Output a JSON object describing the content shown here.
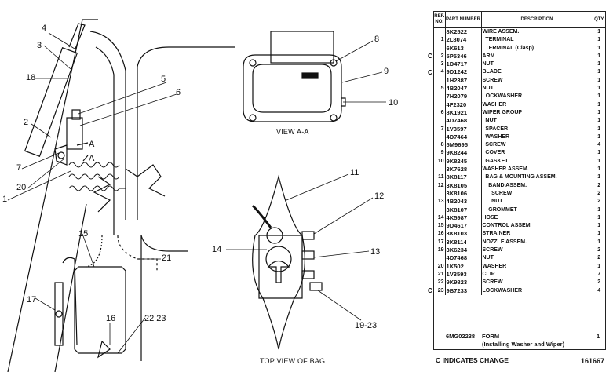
{
  "illustration": {
    "callouts": [
      "4",
      "3",
      "18",
      "5",
      "6",
      "2",
      "7",
      "20",
      "1",
      "15",
      "17",
      "16",
      "22 23",
      "21",
      "8",
      "9",
      "10",
      "11",
      "12",
      "14",
      "13",
      "19-23"
    ],
    "captions": {
      "view_a": "VIEW A-A",
      "top_view": "TOP VIEW OF BAG"
    },
    "section_marker": "A"
  },
  "parts_table": {
    "headers": {
      "ref": "REF. NO.",
      "part": "PART NUMBER",
      "description": "DESCRIPTION",
      "qty": "QTY"
    },
    "rows": [
      {
        "c": "",
        "ref": "",
        "part": "8K2522",
        "desc": "WIRE ASSEM.",
        "qty": "1"
      },
      {
        "c": "",
        "ref": "1",
        "part": "2L8074",
        "desc": "  TERMINAL",
        "qty": "1"
      },
      {
        "c": "",
        "ref": "",
        "part": "6K613",
        "desc": "  TERMINAL (Clasp)",
        "qty": "1"
      },
      {
        "c": "C",
        "ref": "2",
        "part": "5P5346",
        "desc": "ARM",
        "qty": "1"
      },
      {
        "c": "",
        "ref": "3",
        "part": "1D4717",
        "desc": "NUT",
        "qty": "1"
      },
      {
        "c": "C",
        "ref": "4",
        "part": "9D1242",
        "desc": "BLADE",
        "qty": "1"
      },
      {
        "c": "",
        "ref": "",
        "part": "1H2387",
        "desc": "SCREW",
        "qty": "1"
      },
      {
        "c": "",
        "ref": "5",
        "part": "4B2047",
        "desc": "NUT",
        "qty": "1"
      },
      {
        "c": "",
        "ref": "",
        "part": "7H2079",
        "desc": "LOCKWASHER",
        "qty": "1"
      },
      {
        "c": "",
        "ref": "",
        "part": "4F2320",
        "desc": "WASHER",
        "qty": "1"
      },
      {
        "c": "",
        "ref": "6",
        "part": "8K1921",
        "desc": "WIPER GROUP",
        "qty": "1"
      },
      {
        "c": "",
        "ref": "",
        "part": "4D7468",
        "desc": "  NUT",
        "qty": "1"
      },
      {
        "c": "",
        "ref": "7",
        "part": "1V3597",
        "desc": "  SPACER",
        "qty": "1"
      },
      {
        "c": "",
        "ref": "",
        "part": "4D7464",
        "desc": "  WASHER",
        "qty": "1"
      },
      {
        "c": "",
        "ref": "8",
        "part": "5M9695",
        "desc": "  SCREW",
        "qty": "4"
      },
      {
        "c": "",
        "ref": "9",
        "part": "9K8244",
        "desc": "  COVER",
        "qty": "1"
      },
      {
        "c": "",
        "ref": "10",
        "part": "9K8245",
        "desc": "  GASKET",
        "qty": "1"
      },
      {
        "c": "",
        "ref": "",
        "part": "3K7628",
        "desc": "WASHER ASSEM.",
        "qty": "1"
      },
      {
        "c": "",
        "ref": "11",
        "part": "8K8117",
        "desc": "  BAG & MOUNTING ASSEM.",
        "qty": "1"
      },
      {
        "c": "",
        "ref": "12",
        "part": "3K8105",
        "desc": "    BAND ASSEM.",
        "qty": "2"
      },
      {
        "c": "",
        "ref": "",
        "part": "3K8106",
        "desc": "      SCREW",
        "qty": "2"
      },
      {
        "c": "",
        "ref": "13",
        "part": "4B2043",
        "desc": "      NUT",
        "qty": "2"
      },
      {
        "c": "",
        "ref": "",
        "part": "3K8107",
        "desc": "    GROMMET",
        "qty": "1"
      },
      {
        "c": "",
        "ref": "14",
        "part": "4K5987",
        "desc": "HOSE",
        "qty": "1"
      },
      {
        "c": "",
        "ref": "15",
        "part": "9D4617",
        "desc": "CONTROL ASSEM.",
        "qty": "1"
      },
      {
        "c": "",
        "ref": "16",
        "part": "3K8103",
        "desc": "STRAINER",
        "qty": "1"
      },
      {
        "c": "",
        "ref": "17",
        "part": "3K8114",
        "desc": "NOZZLE ASSEM.",
        "qty": "1"
      },
      {
        "c": "",
        "ref": "19",
        "part": "3K6234",
        "desc": "SCREW",
        "qty": "2"
      },
      {
        "c": "",
        "ref": "",
        "part": "4D7468",
        "desc": "NUT",
        "qty": "2"
      },
      {
        "c": "",
        "ref": "20",
        "part": "1K502",
        "desc": "WASHER",
        "qty": "1"
      },
      {
        "c": "",
        "ref": "21",
        "part": "1V3593",
        "desc": "CLIP",
        "qty": "7"
      },
      {
        "c": "",
        "ref": "22",
        "part": "9K9823",
        "desc": "SCREW",
        "qty": "2"
      },
      {
        "c": "C",
        "ref": "23",
        "part": "9B7233",
        "desc": "LOCKWASHER",
        "qty": "4"
      }
    ],
    "form_row": {
      "part": "6MG02238",
      "desc": "FORM",
      "qty": "1",
      "note": "(Installing Washer and Wiper)"
    },
    "footnote": "C INDICATES CHANGE",
    "document_number": "161667"
  }
}
